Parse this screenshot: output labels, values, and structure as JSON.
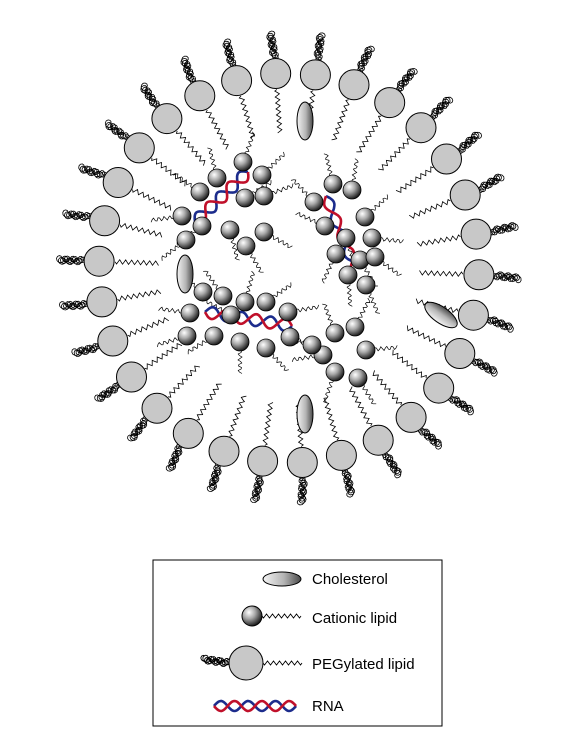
{
  "legend": {
    "items": [
      {
        "key": "cholesterol",
        "label": "Cholesterol",
        "icon": "cholesterol-icon"
      },
      {
        "key": "cationic",
        "label": "Cationic lipid",
        "icon": "cationic-lipid-icon"
      },
      {
        "key": "pegylated",
        "label": "PEGylated lipid",
        "icon": "pegylated-lipid-icon"
      },
      {
        "key": "rna",
        "label": "RNA",
        "icon": "rna-icon"
      }
    ]
  },
  "colors": {
    "peg_head": "#c8c8c8",
    "rna_red": "#c0102a",
    "rna_blue": "#1c2c8c",
    "line": "#000000"
  }
}
